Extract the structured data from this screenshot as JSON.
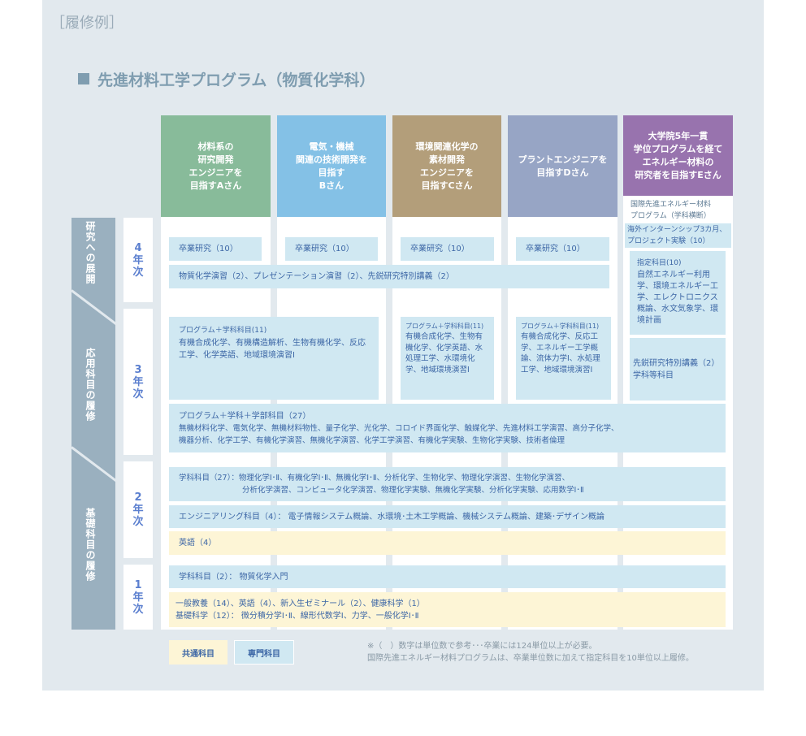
{
  "kicker": "［履修例］",
  "heading": "先進材料工学プログラム（物質化学科）",
  "colors": {
    "A": "#88bb9a",
    "B": "#84c1e6",
    "C": "#b39e7a",
    "D": "#97a5c5",
    "E": "#9873ae",
    "specialized": "#d0e8f2",
    "common": "#fdf5d6"
  },
  "headers": [
    "材料系の\n研究開発\nエンジニアを\n目指すAさん",
    "電気・機械\n関連の技術開発を\n目指す\nBさん",
    "環境関連化学の\n素材開発\nエンジニアを\n目指すCさん",
    "プラントエンジニアを\n目指すDさん",
    "大学院5年一貫\n学位プログラムを経て\nエネルギー材料の\n研究者を目指すEさん"
  ],
  "e_program_note": "国際先進エネルギー材料\nプログラム（学科横断）",
  "categories": [
    "研究への展開",
    "応用科目の履修",
    "基礎科目の履修"
  ],
  "grades": [
    "4\n年\n次",
    "3\n年\n次",
    "2\n年\n次",
    "1\n年\n次"
  ],
  "year4": {
    "thesis": [
      "卒業研究（10）",
      "卒業研究（10）",
      "卒業研究（10）",
      "卒業研究（10）"
    ],
    "seminars": "物質化学演習（2）、プレゼンテーション演習（2）、先鋭研究特別講義（2）",
    "e_internship": "海外インターンシップ3カ月、\nプロジェクト実験（10）",
    "e_designated_title": "指定科目(10)",
    "e_designated_body": "自然エネルギー利用学、環境エネルギー工学、エレクトロニクス概論、水文気象学、環境計画",
    "e_special": "先鋭研究特別講義（2）\n学科等科目"
  },
  "year3": {
    "a_title": "プログラム＋学科科目(11)",
    "a_body": "有機合成化学、有機構造解析、生物有機化学、反応工学、化学英語、地域環境演習Ⅰ",
    "c_title": "プログラム＋学科科目(11)",
    "c_body": "有機合成化学、生物有機化学、化学英語、水処理工学、水環境化学、地域環境演習Ⅰ",
    "d_title": "プログラム＋学科科目(11)",
    "d_body": "有機合成化学、反応工学、エネルギー工学概論、流体力学Ⅰ、水処理工学、地域環境演習Ⅰ",
    "common_title": "プログラム＋学科＋学部科目（27）",
    "common_body": "無機材料化学、電気化学、無機材料物性、量子化学、光化学、コロイド界面化学、触媒化学、先進材料工学演習、高分子化学、\n機器分析、化学工学、有機化学演習、無機化学演習、化学工学演習、有機化学実験、生物化学実験、技術者倫理"
  },
  "year2": {
    "dept": "学科科目（27）：物理化学Ⅰ･Ⅱ、有機化学Ⅰ･Ⅱ、無機化学Ⅰ･Ⅱ、分析化学、生物化学、物理化学演習、生物化学演習、",
    "dept_cont": "分析化学演習、コンピュータ化学演習、物理化学実験、無機化学実験、分析化学実験、応用数学Ⅰ･Ⅱ",
    "engineering": "エンジニアリング科目（4）： 電子情報システム概論、水環境･土木工学概論、機械システム概論、建築･デザイン概論",
    "english": "英語（4）"
  },
  "year1": {
    "dept": "学科科目（2）： 物質化学入門",
    "general": "一般教養（14）、英語（4）、新入生ゼミナール（2）、健康科学（1）\n基礎科学（12）： 微分積分学Ⅰ･Ⅱ、線形代数学Ⅰ、力学、一般化学Ⅰ･Ⅱ"
  },
  "legend": {
    "common": "共通科目",
    "specialized": "専門科目"
  },
  "note": "※（　）数字は単位数で参考･･･卒業には124単位以上が必要。\n国際先進エネルギー材料プログラムは、卒業単位数に加えて指定科目を10単位以上履修。"
}
